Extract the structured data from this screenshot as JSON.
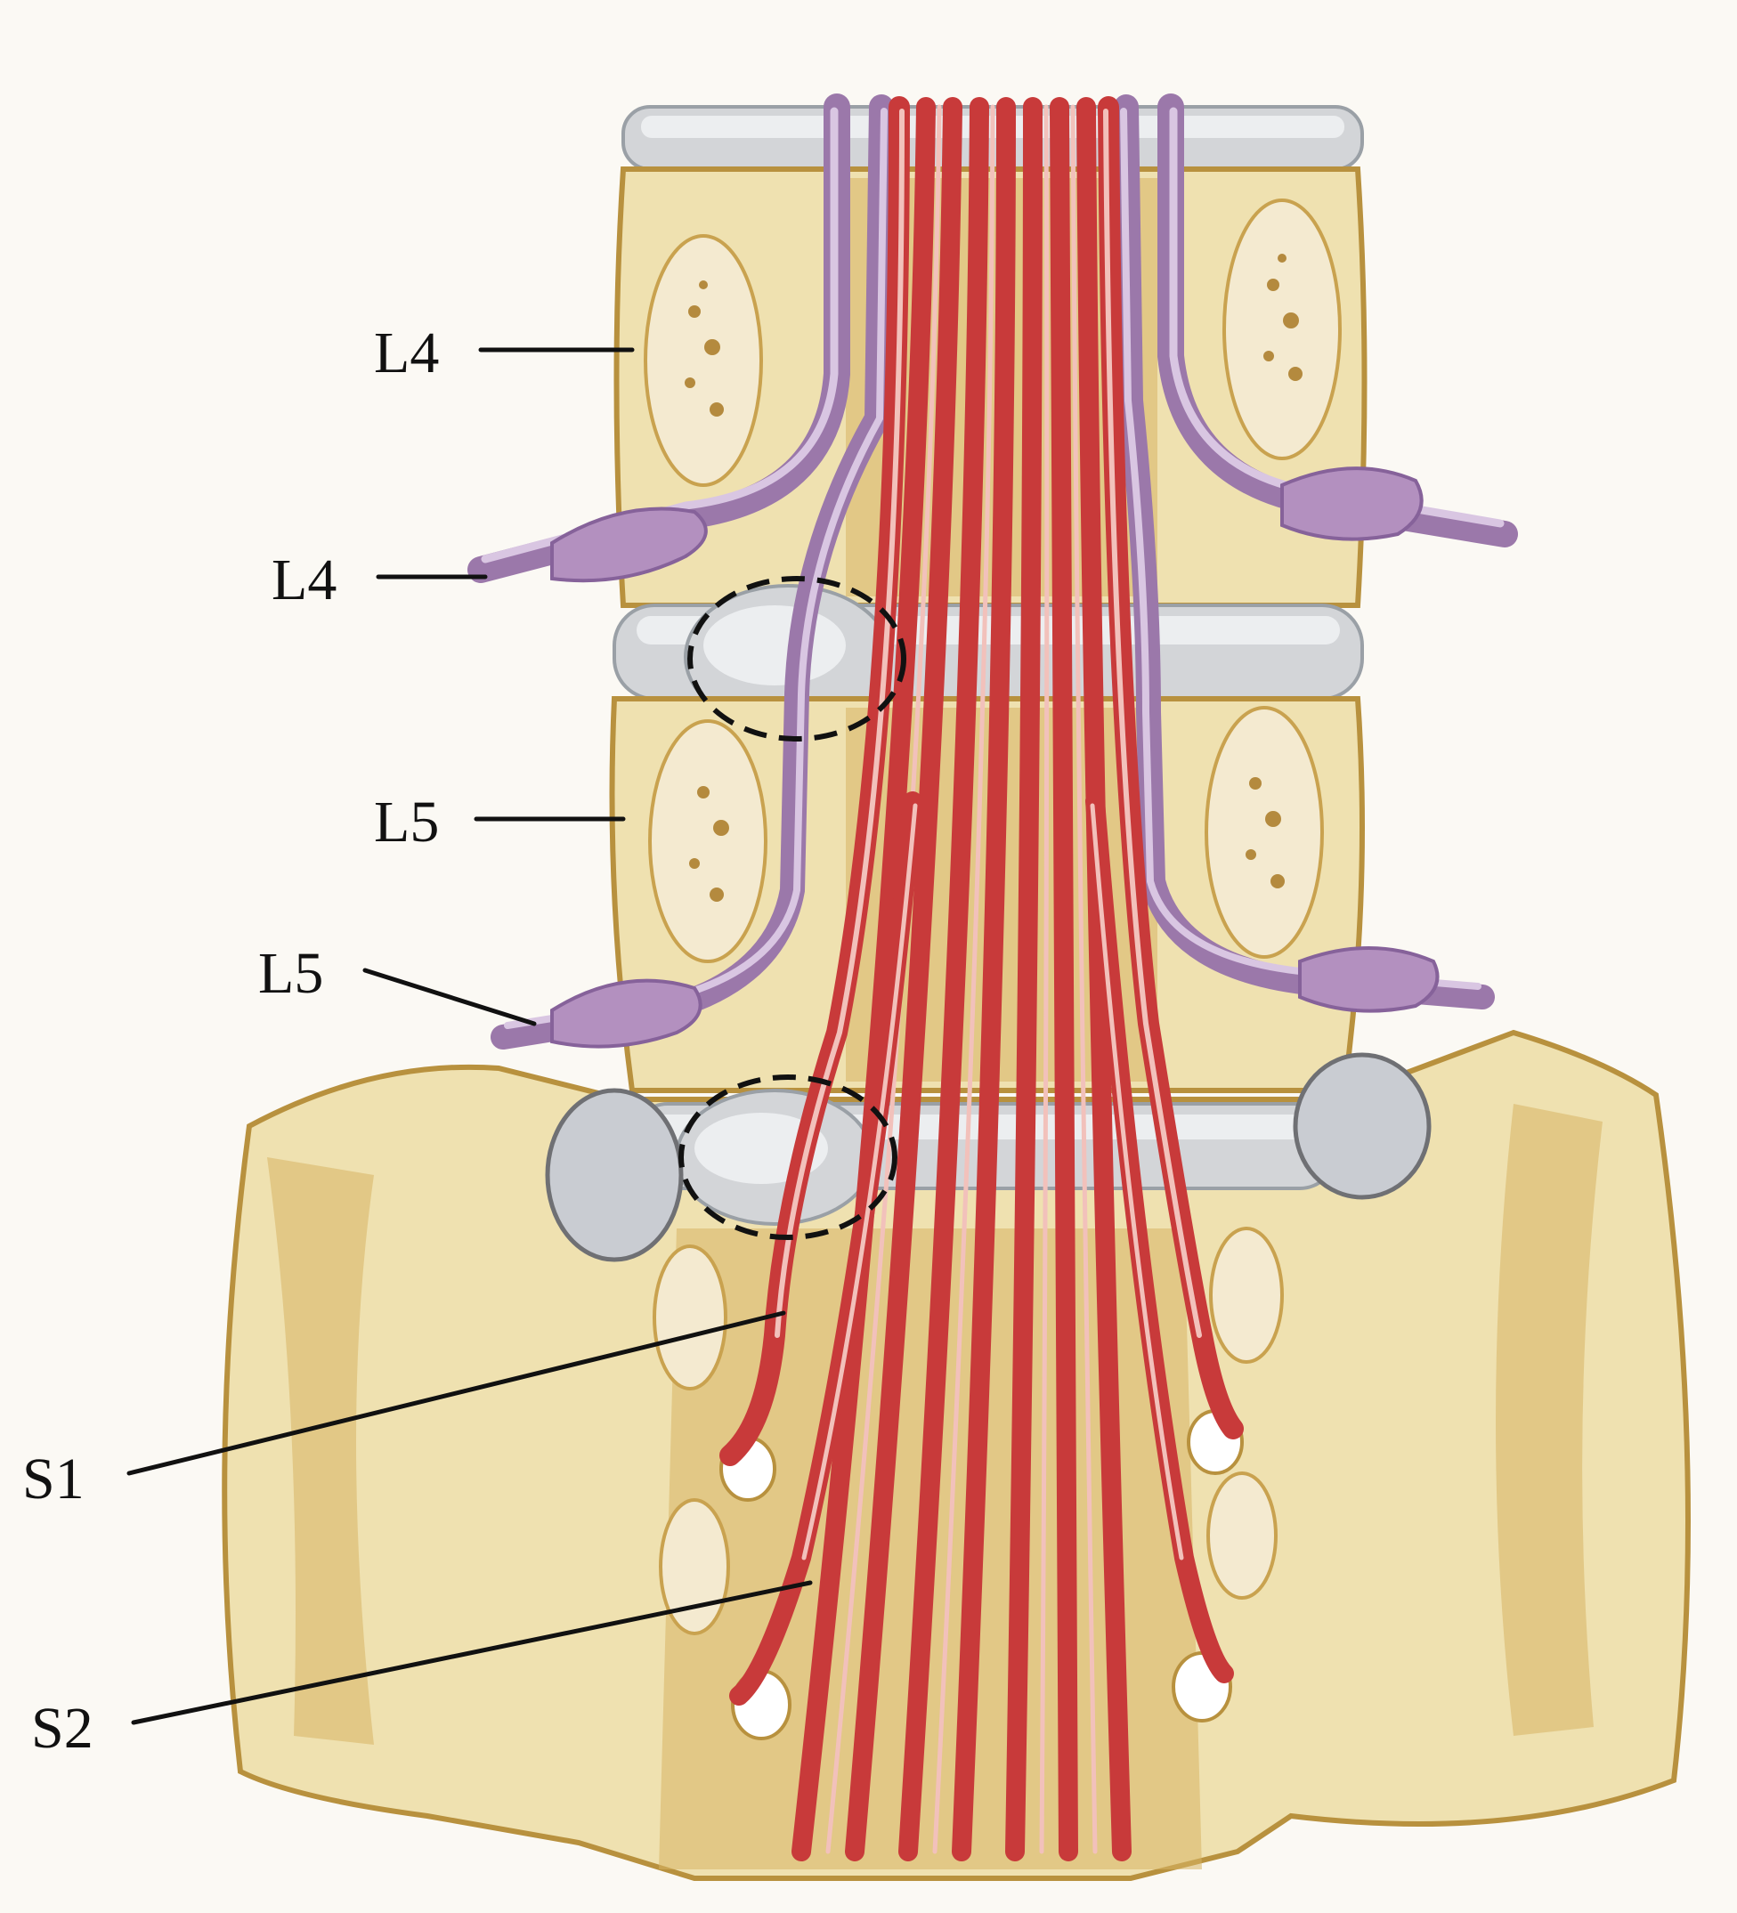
{
  "labels": {
    "l4_vertebra": "L4",
    "l4_nerve": "L4",
    "l5_vertebra": "L5",
    "l5_nerve": "L5",
    "s1_nerve": "S1",
    "s2_nerve": "S2"
  },
  "colors": {
    "bone": "#efe1b0",
    "disc": "#d3d5d8",
    "lumbar_nerve_root": "#9b78aa",
    "cauda_equina": "#c83a3a",
    "background": "#fbf9f4"
  }
}
